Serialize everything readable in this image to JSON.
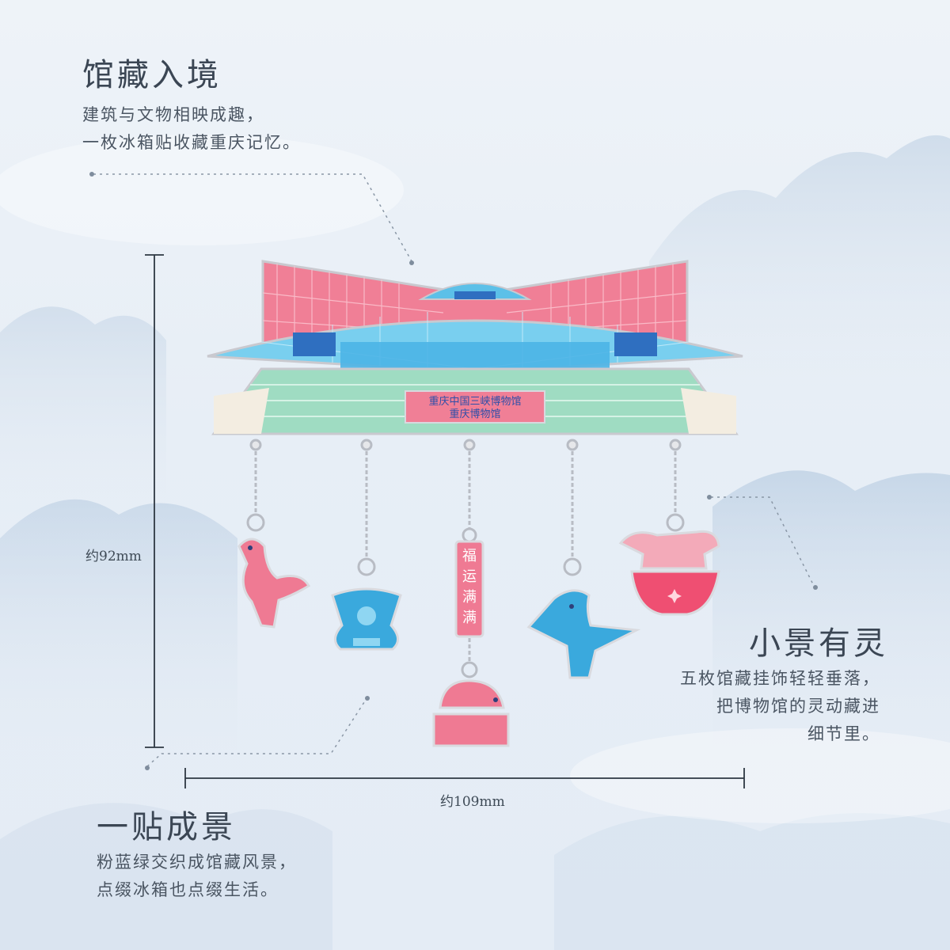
{
  "sections": {
    "top": {
      "title": "馆藏入境",
      "lines": [
        "建筑与文物相映成趣，",
        "一枚冰箱贴收藏重庆记忆。"
      ]
    },
    "right": {
      "title": "小景有灵",
      "lines": [
        "五枚馆藏挂饰轻轻垂落，",
        "把博物馆的灵动藏进",
        "细节里。"
      ]
    },
    "bottom": {
      "title": "一贴成景",
      "lines": [
        "粉蓝绿交织成馆藏风景，",
        "点缀冰箱也点缀生活。"
      ]
    }
  },
  "dimensions": {
    "height": "约92mm",
    "width": "约109mm"
  },
  "product": {
    "sign_line1": "重庆中国三峡博物馆",
    "sign_line2": "重庆博物馆",
    "charm_plaque": [
      "福",
      "运",
      "满",
      "满"
    ]
  },
  "colors": {
    "pink": "#ef7a93",
    "blue": "#3aa9dd",
    "mint": "#a8e0c8",
    "accent": "#2f6fc0"
  }
}
